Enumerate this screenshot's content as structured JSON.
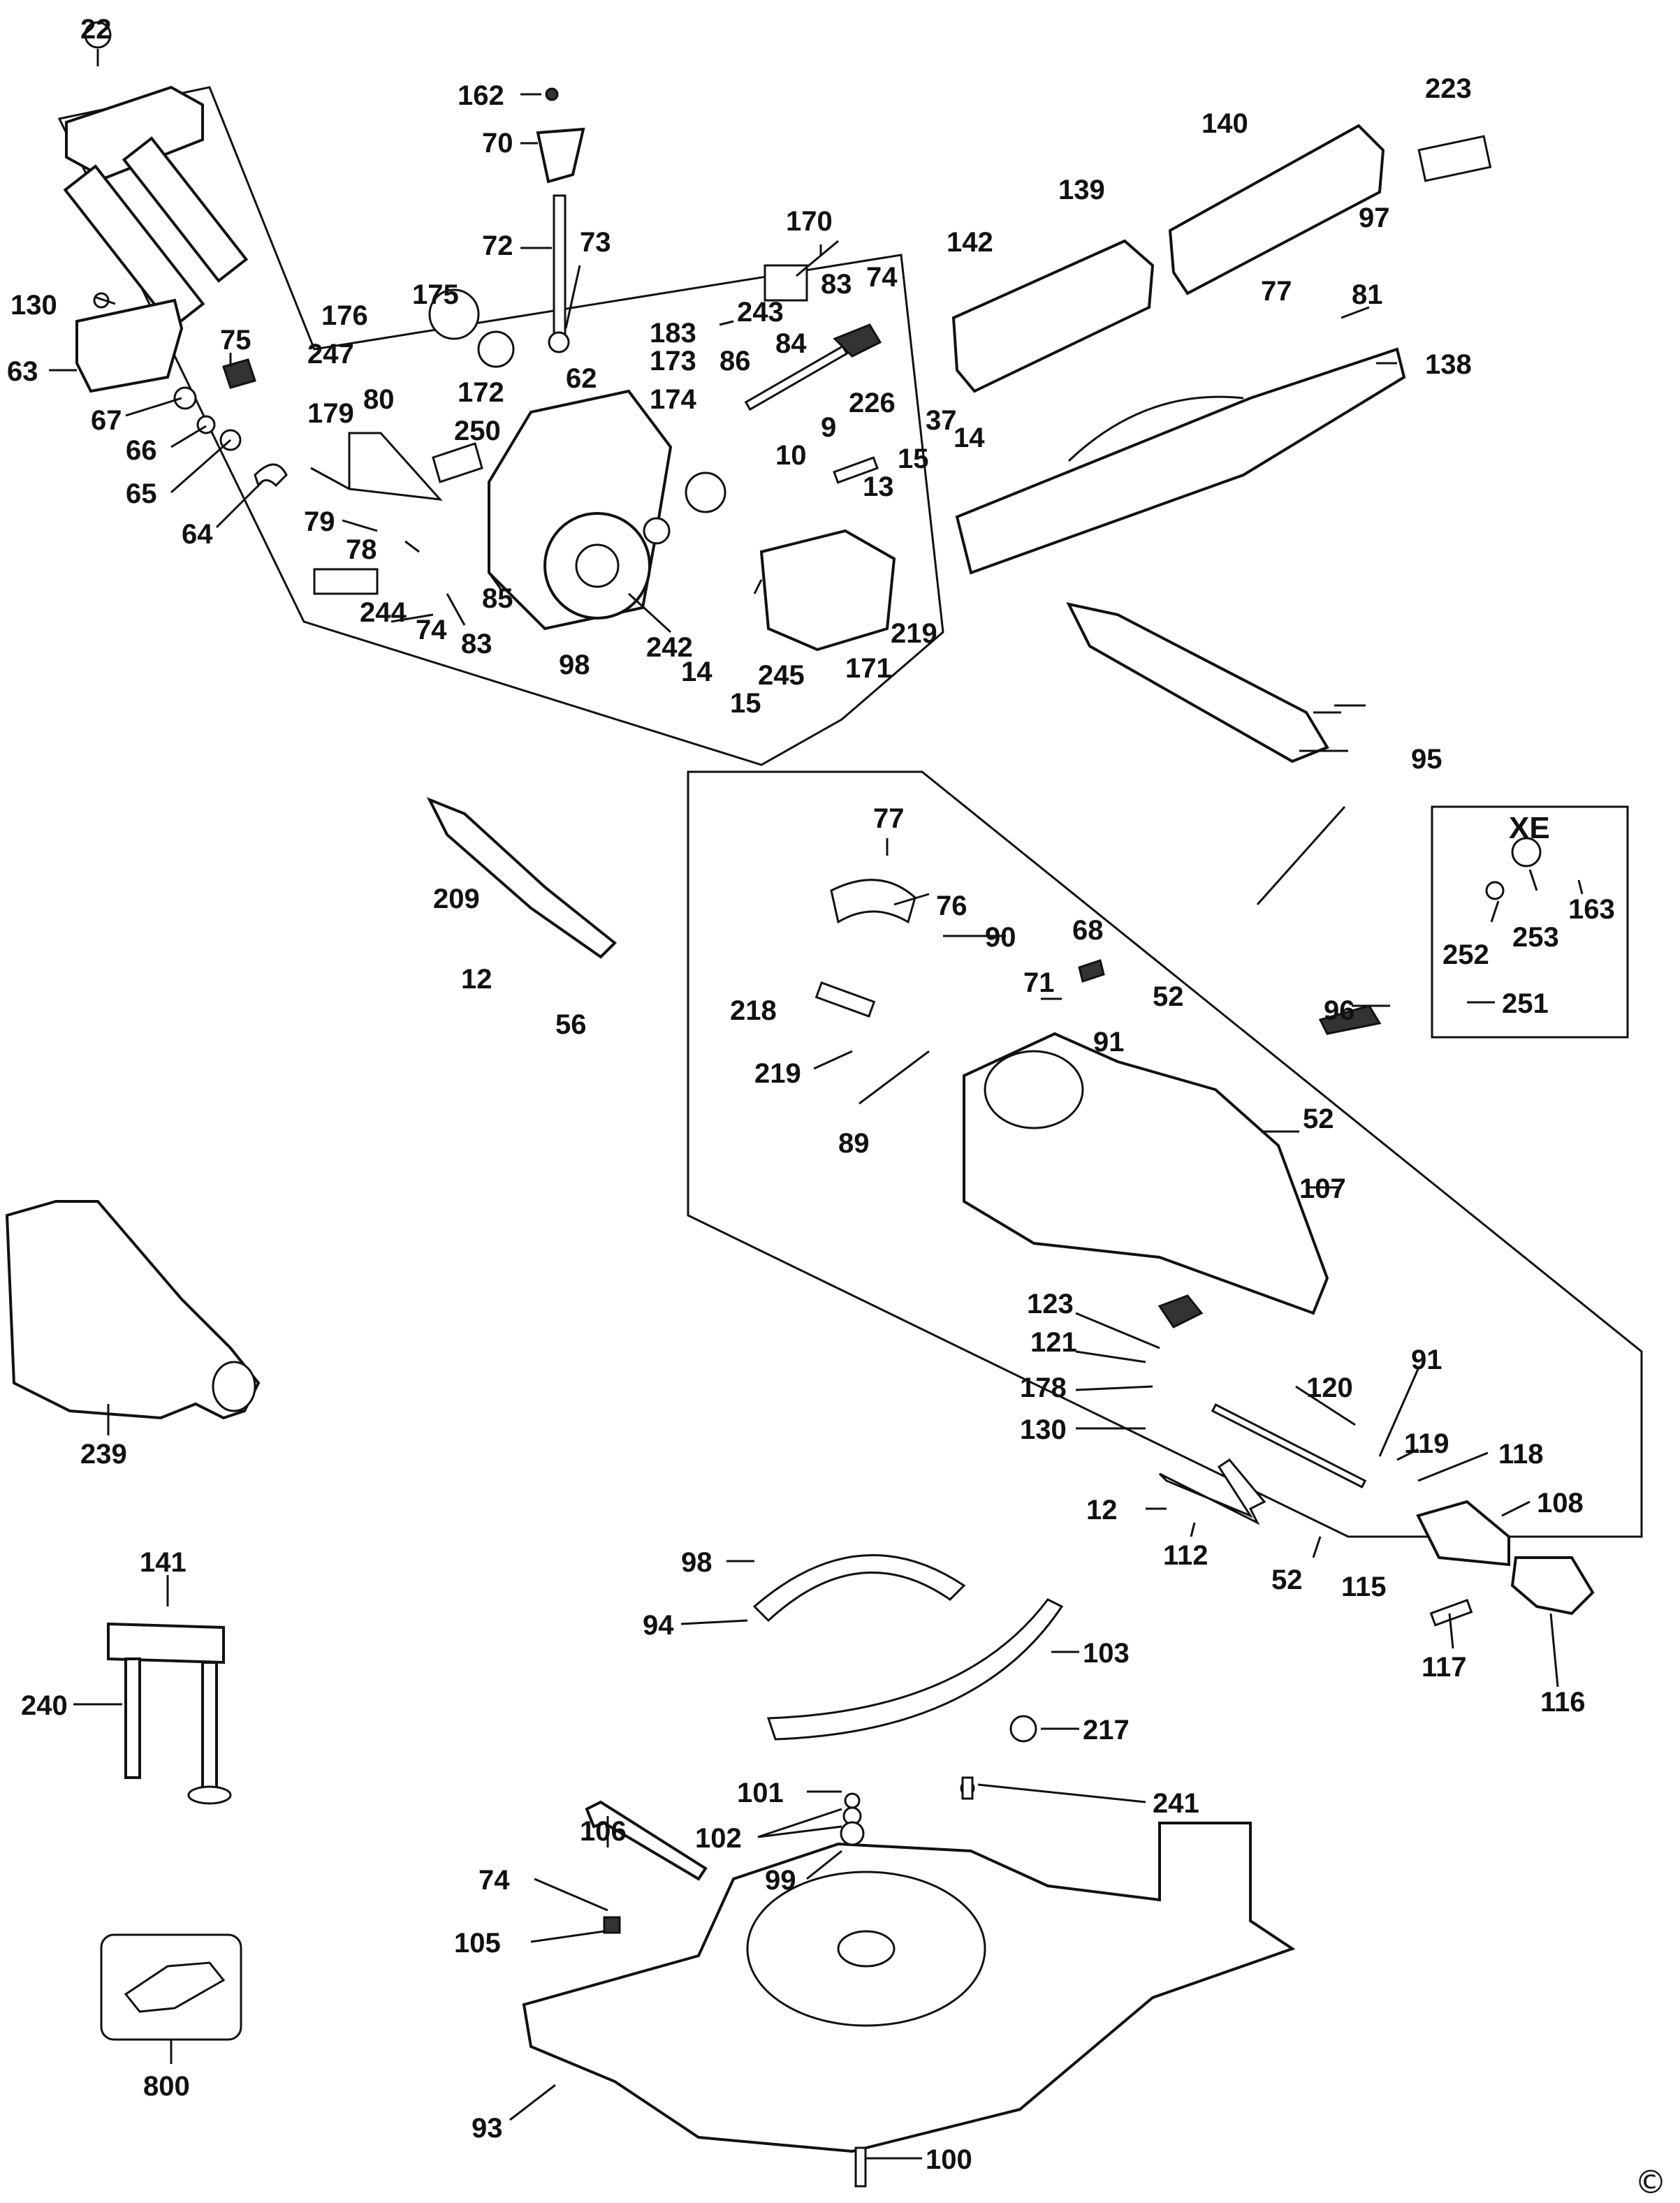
{
  "diagram": {
    "variant_box_label": "XE",
    "copyright_symbol": "©",
    "part_labels": [
      "22",
      "162",
      "70",
      "72",
      "73",
      "223",
      "140",
      "139",
      "97",
      "142",
      "77",
      "81",
      "138",
      "130",
      "63",
      "75",
      "67",
      "66",
      "65",
      "64",
      "176",
      "175",
      "247",
      "172",
      "62",
      "183",
      "173",
      "170",
      "243",
      "83",
      "74",
      "84",
      "86",
      "174",
      "226",
      "37",
      "14",
      "9",
      "10",
      "15",
      "13",
      "179",
      "80",
      "250",
      "79",
      "78",
      "85",
      "244",
      "83",
      "74",
      "242",
      "98",
      "14",
      "245",
      "15",
      "219",
      "171",
      "95",
      "209",
      "12",
      "56",
      "77",
      "76",
      "90",
      "68",
      "218",
      "71",
      "52",
      "91",
      "219",
      "89",
      "96",
      "52",
      "107",
      "123",
      "121",
      "178",
      "130",
      "120",
      "91",
      "119",
      "118",
      "108",
      "12",
      "112",
      "52",
      "115",
      "117",
      "116",
      "98",
      "94",
      "103",
      "217",
      "101",
      "102",
      "99",
      "241",
      "106",
      "74",
      "105",
      "93",
      "100",
      "239",
      "141",
      "240",
      "800",
      "252",
      "253",
      "163",
      "251"
    ]
  }
}
